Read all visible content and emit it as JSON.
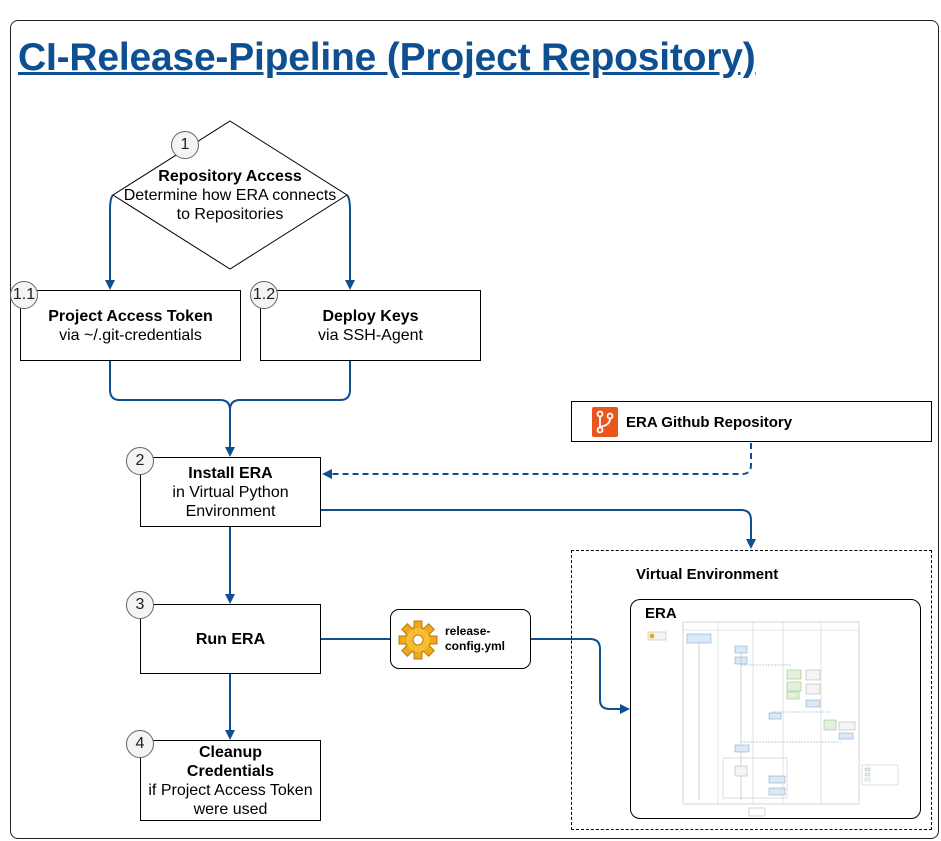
{
  "title": "CI-Release-Pipeline (Project Repository)",
  "steps": {
    "s1": {
      "num": "1",
      "title": "Repository Access",
      "line1": "Determine how ERA connects",
      "line2": "to Repositories"
    },
    "s11": {
      "num": "1.1",
      "title": "Project Access Token",
      "sub": "via ~/.git-credentials"
    },
    "s12": {
      "num": "1.2",
      "title": "Deploy Keys",
      "sub": "via SSH-Agent"
    },
    "s2": {
      "num": "2",
      "title": "Install ERA",
      "line1": "in Virtual Python",
      "line2": "Environment"
    },
    "s3": {
      "num": "3",
      "title": "Run ERA"
    },
    "s4": {
      "num": "4",
      "title1": "Cleanup",
      "title2": "Credentials",
      "line1": "if Project Access Token",
      "line2": "were used"
    }
  },
  "github_repo": {
    "label": "ERA Github Repository",
    "icon": "git-branch-icon"
  },
  "config_file": {
    "line1": "release-",
    "line2": "config.yml",
    "icon": "gear-icon"
  },
  "virtual_env": {
    "label": "Virtual Environment",
    "era_label": "ERA"
  },
  "colors": {
    "title": "#0d4f91",
    "arrow": "#0d4f91",
    "repo_icon": "#e8561e",
    "gear": "#f0a818"
  }
}
